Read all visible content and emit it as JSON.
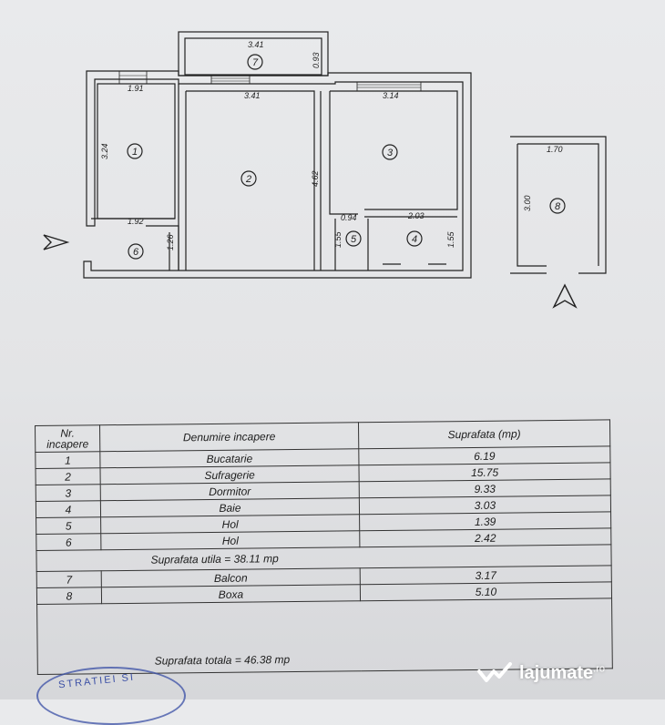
{
  "plan": {
    "dims": {
      "balcon_top": "3.41",
      "balcon_side": "0.93",
      "kitchen_top": "1.91",
      "kitchen_side": "3.24",
      "kitchen_bottom": "1.92",
      "living_top": "3.41",
      "living_side": "4.62",
      "bedroom_top": "3.14",
      "hall_width": "0.94",
      "bath_width": "2.03",
      "hall_height": "1.55",
      "bath_height": "1.55",
      "hall6_height": "1.26",
      "boxa_top": "1.70",
      "boxa_side": "3.00"
    },
    "rooms": [
      "1",
      "2",
      "3",
      "4",
      "5",
      "6",
      "7",
      "8"
    ]
  },
  "table": {
    "header": {
      "nr": "Nr. incapere",
      "name": "Denumire incapere",
      "area": "Suprafata (mp)"
    },
    "rows": [
      {
        "nr": "1",
        "name": "Bucatarie",
        "area": "6.19"
      },
      {
        "nr": "2",
        "name": "Sufragerie",
        "area": "15.75"
      },
      {
        "nr": "3",
        "name": "Dormitor",
        "area": "9.33"
      },
      {
        "nr": "4",
        "name": "Baie",
        "area": "3.03"
      },
      {
        "nr": "5",
        "name": "Hol",
        "area": "1.39"
      },
      {
        "nr": "6",
        "name": "Hol",
        "area": "2.42"
      }
    ],
    "usable": "Suprafata utila = 38.11 mp",
    "extra_rows": [
      {
        "nr": "7",
        "name": "Balcon",
        "area": "3.17"
      },
      {
        "nr": "8",
        "name": "Boxa",
        "area": "5.10"
      }
    ],
    "total": "Suprafata totala = 46.38 mp"
  },
  "watermark": {
    "brand": "lajumate",
    "tld": ".ro"
  },
  "stamp": {
    "text": "STRATIEI SI"
  }
}
